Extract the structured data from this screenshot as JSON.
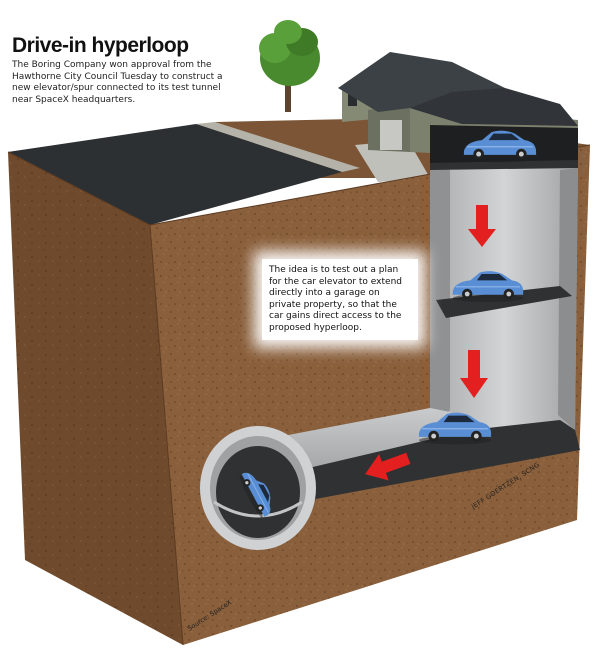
{
  "header": {
    "title": "Drive-in hyperloop",
    "subtitle": "The Boring Company won approval from the Hawthorne City Council Tuesday to construct a new elevator/spur connected to its test tunnel near SpaceX headquarters."
  },
  "callout": {
    "text": "The idea is to test out a plan for the car elevator to extend directly into a garage on private property, so that the car gains direct access to the proposed hyperloop."
  },
  "credits": {
    "artist": "JEFF GOERTZEN, SCNG",
    "source": "Source: SpaceX"
  },
  "colors": {
    "soil": "#8a5f3b",
    "soil_dark": "#6a4529",
    "lawn_top": "#7b5535",
    "road": "#2c3033",
    "roof": "#3c4146",
    "house_wall": "#858a74",
    "shaft_wall": "#c2c4c6",
    "platform": "#2f3133",
    "tunnel": "#b9bbbd",
    "car_body": "#5a8ed4",
    "arrow": "#e3201f",
    "tree": "#4a8a2e"
  },
  "icons": {
    "car": "car-icon",
    "arrow_down": "arrow-down-icon",
    "arrow_left": "arrow-left-icon",
    "tree": "tree-icon"
  }
}
